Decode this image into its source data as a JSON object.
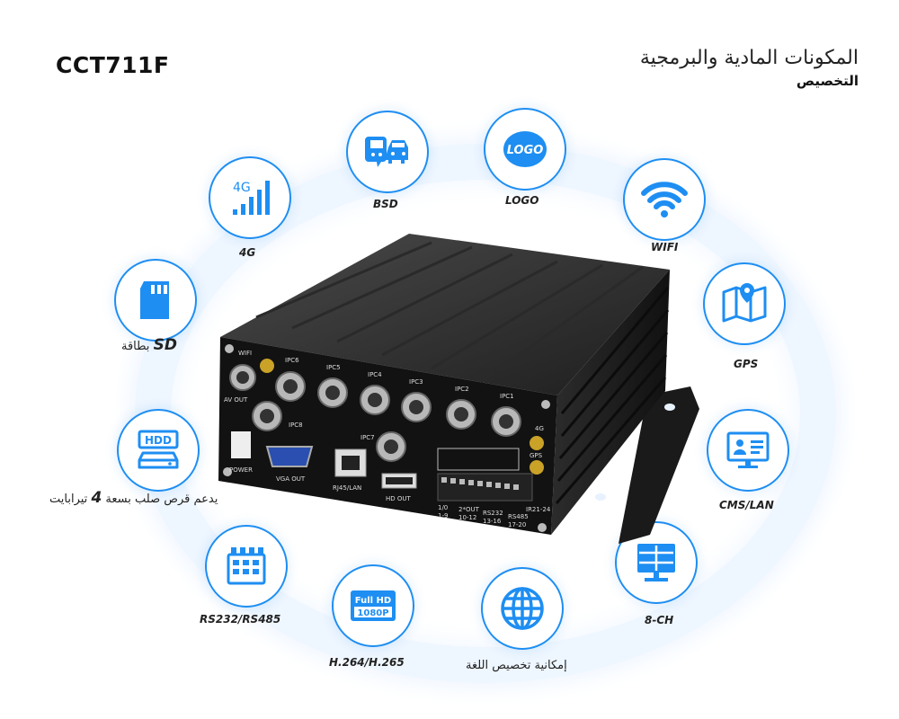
{
  "header": {
    "model": "CCT711F",
    "title": "المكونات المادية والبرمجية",
    "subtitle": "التخصيص"
  },
  "features": {
    "bsd": "BSD",
    "logo": "LOGO",
    "logo_text": "LOGO",
    "wifi": "WIFI",
    "g4": "4G",
    "g4_icon_text": "4G",
    "gps": "GPS",
    "sd_label": "SD",
    "sd_suffix": "بطاقة",
    "cms": "CMS/LAN",
    "hdd_prefix": "يدعم قرص صلب بسعة",
    "hdd_num": "4",
    "hdd_suffix": "تيرابايت",
    "hdd_icon_text": "HDD",
    "rs": "RS232/RS485",
    "ch8": "8-CH",
    "codec": "H.264/H.265",
    "fullhd_top": "Full HD",
    "fullhd_bottom": "1080P",
    "lang": "إمكانية تخصيص اللغة"
  },
  "device_labels": {
    "wifi": "WIFI",
    "av_out": "AV OUT",
    "ipc6": "IPC6",
    "ipc5": "IPC5",
    "ipc4": "IPC4",
    "ipc3": "IPC3",
    "ipc2": "IPC2",
    "ipc1": "IPC1",
    "ipc8": "IPC8",
    "ipc7": "IPC7",
    "g4": "4G",
    "gps": "GPS",
    "power": "POWER",
    "vga_out": "VGA OUT",
    "rj45": "RJ45/LAN",
    "hd_out": "HD OUT",
    "io1": "1/0",
    "io2": "1-9",
    "out1": "2*OUT",
    "out2": "10-12",
    "rs232a": "RS232",
    "rs232b": "13-16",
    "rs485a": "RS485",
    "rs485b": "17-20",
    "ir": "IR21-24"
  },
  "colors": {
    "accent": "#1e8ef2",
    "device": "#1a1a1a"
  }
}
